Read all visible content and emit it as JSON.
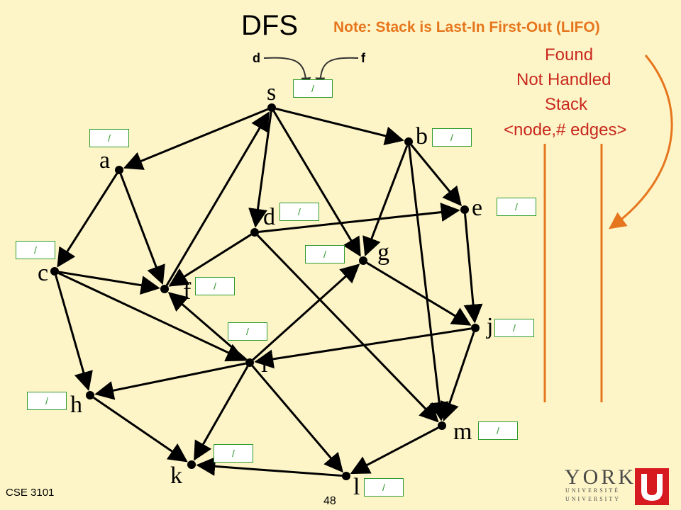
{
  "title": "DFS",
  "note": "Note:  Stack is Last-In First-Out (LIFO)",
  "pointer_labels": {
    "d": "d",
    "f": "f"
  },
  "legend": [
    "Found",
    "Not Handled",
    "Stack",
    "<node,# edges>"
  ],
  "colors": {
    "background": "#FDF5C7",
    "accent_orange": "#E6761E",
    "legend_red": "#C8281E",
    "box_green": "#2E9A2E",
    "edge": "#000000",
    "york_red": "#D71920"
  },
  "nodes": [
    {
      "id": "s",
      "label": "s",
      "box": "/"
    },
    {
      "id": "a",
      "label": "a",
      "box": "/"
    },
    {
      "id": "b",
      "label": "b",
      "box": "/"
    },
    {
      "id": "d",
      "label": "d",
      "box": "/"
    },
    {
      "id": "e",
      "label": "e",
      "box": "/"
    },
    {
      "id": "c",
      "label": "c",
      "box": "/"
    },
    {
      "id": "g",
      "label": "g",
      "box": "/"
    },
    {
      "id": "f",
      "label": "f",
      "box": "/"
    },
    {
      "id": "j",
      "label": "j",
      "box": "/"
    },
    {
      "id": "i",
      "label": "i",
      "box": "/"
    },
    {
      "id": "h",
      "label": "h",
      "box": "/"
    },
    {
      "id": "m",
      "label": "m",
      "box": "/"
    },
    {
      "id": "k",
      "label": "k",
      "box": "/"
    },
    {
      "id": "l",
      "label": "l",
      "box": "/"
    }
  ],
  "edges": [
    [
      "s",
      "a"
    ],
    [
      "s",
      "b"
    ],
    [
      "s",
      "d"
    ],
    [
      "s",
      "g"
    ],
    [
      "a",
      "c"
    ],
    [
      "a",
      "f"
    ],
    [
      "f",
      "s"
    ],
    [
      "b",
      "g"
    ],
    [
      "b",
      "e"
    ],
    [
      "b",
      "m"
    ],
    [
      "d",
      "e"
    ],
    [
      "d",
      "f"
    ],
    [
      "d",
      "m"
    ],
    [
      "c",
      "f"
    ],
    [
      "c",
      "i"
    ],
    [
      "c",
      "h"
    ],
    [
      "g",
      "j"
    ],
    [
      "e",
      "j"
    ],
    [
      "j",
      "i"
    ],
    [
      "j",
      "m"
    ],
    [
      "i",
      "f"
    ],
    [
      "i",
      "g"
    ],
    [
      "i",
      "h"
    ],
    [
      "i",
      "k"
    ],
    [
      "i",
      "l"
    ],
    [
      "h",
      "k"
    ],
    [
      "m",
      "l"
    ],
    [
      "l",
      "k"
    ]
  ],
  "footer": {
    "course": "CSE 3101",
    "page": "48"
  },
  "logo": {
    "wordmark": "YORK",
    "line1": "UNIVERSITÉ",
    "line2": "UNIVERSITY"
  }
}
